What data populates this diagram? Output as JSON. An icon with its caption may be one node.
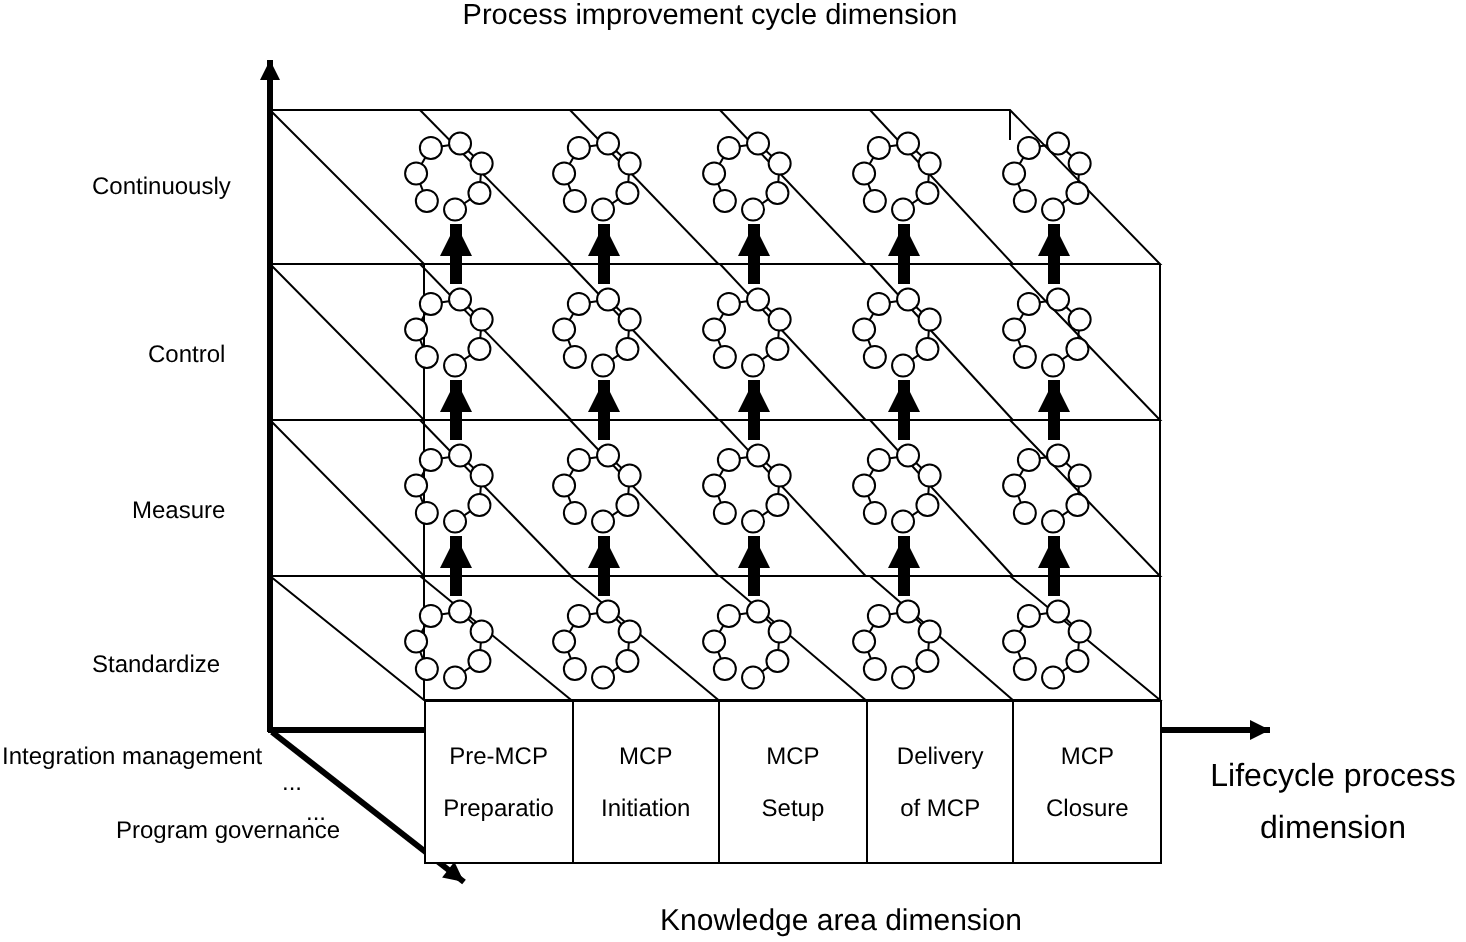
{
  "diagram": {
    "title": "Process improvement cycle dimension",
    "nodes": [
      {
        "text": [],
        "shape": "circle"
      },
      {
        "text": [],
        "shape": "circle"
      },
      {
        "text": [],
        "shape": "circle"
      },
      {
        "text": [],
        "shape": "circle"
      },
      {
        "text": [],
        "shape": "circle"
      },
      {
        "text": [],
        "shape": "circle"
      },
      {
        "text": [],
        "shape": "circle"
      },
      {
        "text": [],
        "shape": "circle"
      },
      {
        "text": [],
        "shape": "circle"
      },
      {
        "text": [],
        "shape": "circle"
      },
      {
        "text": [],
        "shape": "circle"
      },
      {
        "text": [],
        "shape": "circle"
      },
      {
        "text": [],
        "shape": "circle"
      },
      {
        "text": [],
        "shape": "circle"
      },
      {
        "text": [],
        "shape": "circle"
      },
      {
        "text": [],
        "shape": "circle"
      },
      {
        "text": [],
        "shape": "circle"
      },
      {
        "text": [],
        "shape": "circle"
      },
      {
        "text": [],
        "shape": "circle"
      },
      {
        "text": [],
        "shape": "circle"
      },
      {
        "text": [
          "Pre-MCP Preparatio"
        ]
      },
      {
        "text": [
          "MCP Initiation"
        ]
      },
      {
        "text": [
          "MCP Setup"
        ]
      },
      {
        "text": [
          "Delivery of MCP"
        ]
      },
      {
        "text": [
          "MCP Closure"
        ]
      }
    ],
    "edges": [
      {
        "from": 5,
        "to": 0,
        "arrow": "to"
      },
      {
        "from": 6,
        "to": 1,
        "arrow": "to"
      },
      {
        "from": 7,
        "to": 2,
        "arrow": "to"
      },
      {
        "from": 8,
        "to": 3,
        "arrow": "to"
      },
      {
        "from": 9,
        "to": 4,
        "arrow": "to"
      },
      {
        "from": 10,
        "to": 5,
        "arrow": "to"
      },
      {
        "from": 11,
        "to": 6,
        "arrow": "to"
      },
      {
        "from": 12,
        "to": 7,
        "arrow": "to"
      },
      {
        "from": 13,
        "to": 8,
        "arrow": "to"
      },
      {
        "from": 14,
        "to": 9,
        "arrow": "to"
      },
      {
        "from": 15,
        "to": 10,
        "arrow": "to"
      },
      {
        "from": 16,
        "to": 11,
        "arrow": "to"
      },
      {
        "from": 17,
        "to": 12,
        "arrow": "to"
      },
      {
        "from": 18,
        "to": 13,
        "arrow": "to"
      },
      {
        "from": 19,
        "to": 14,
        "arrow": "to"
      }
    ],
    "labels": [
      "Continuously",
      "Control",
      "Measure",
      "Standardize",
      "Integration management",
      "...",
      "...",
      "Program governance",
      "Lifecycle process dimension",
      "Knowledge area dimension"
    ]
  }
}
